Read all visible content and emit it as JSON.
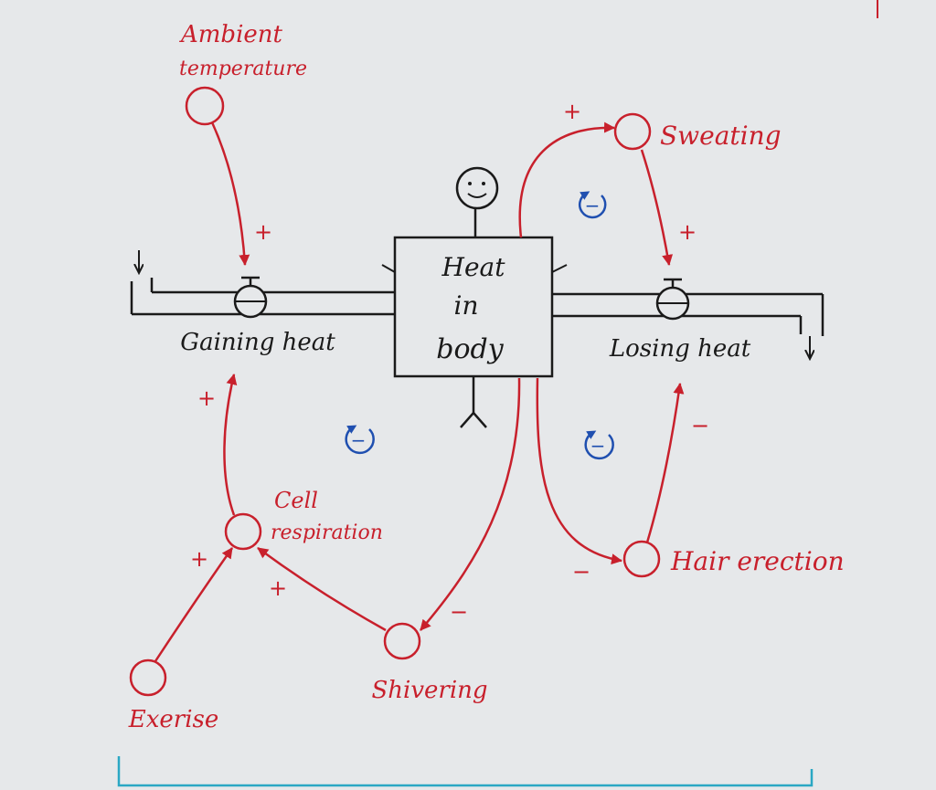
{
  "stock": {
    "label_line1": "Heat",
    "label_line2": "in",
    "label_line3": "body"
  },
  "flows": {
    "inflow": "Gaining heat",
    "outflow": "Losing heat"
  },
  "variables": {
    "ambient_line1": "Ambient",
    "ambient_line2": "temperature",
    "sweating": "Sweating",
    "hair_erection": "Hair erection",
    "cell_respiration_line1": "Cell",
    "cell_respiration_line2": "respiration",
    "shivering": "Shivering",
    "exercise": "Exerise"
  },
  "polarities": {
    "ambient_to_gaining": "+",
    "heat_to_sweating": "+",
    "sweating_to_losing": "+",
    "heat_to_hair": "−",
    "hair_to_losing": "−",
    "heat_to_shivering": "−",
    "shivering_to_cell": "+",
    "exercise_to_cell": "+",
    "cell_to_gaining": "+"
  },
  "loops": {
    "sweating_loop": "−",
    "hair_loop": "−",
    "shivering_loop": "−"
  },
  "colors": {
    "ink_red": "#c8202c",
    "ink_black": "#1a1a1a",
    "ink_blue": "#1f4fb0",
    "ink_cyan": "#2aa7c4",
    "paper": "#e6e8ea"
  }
}
